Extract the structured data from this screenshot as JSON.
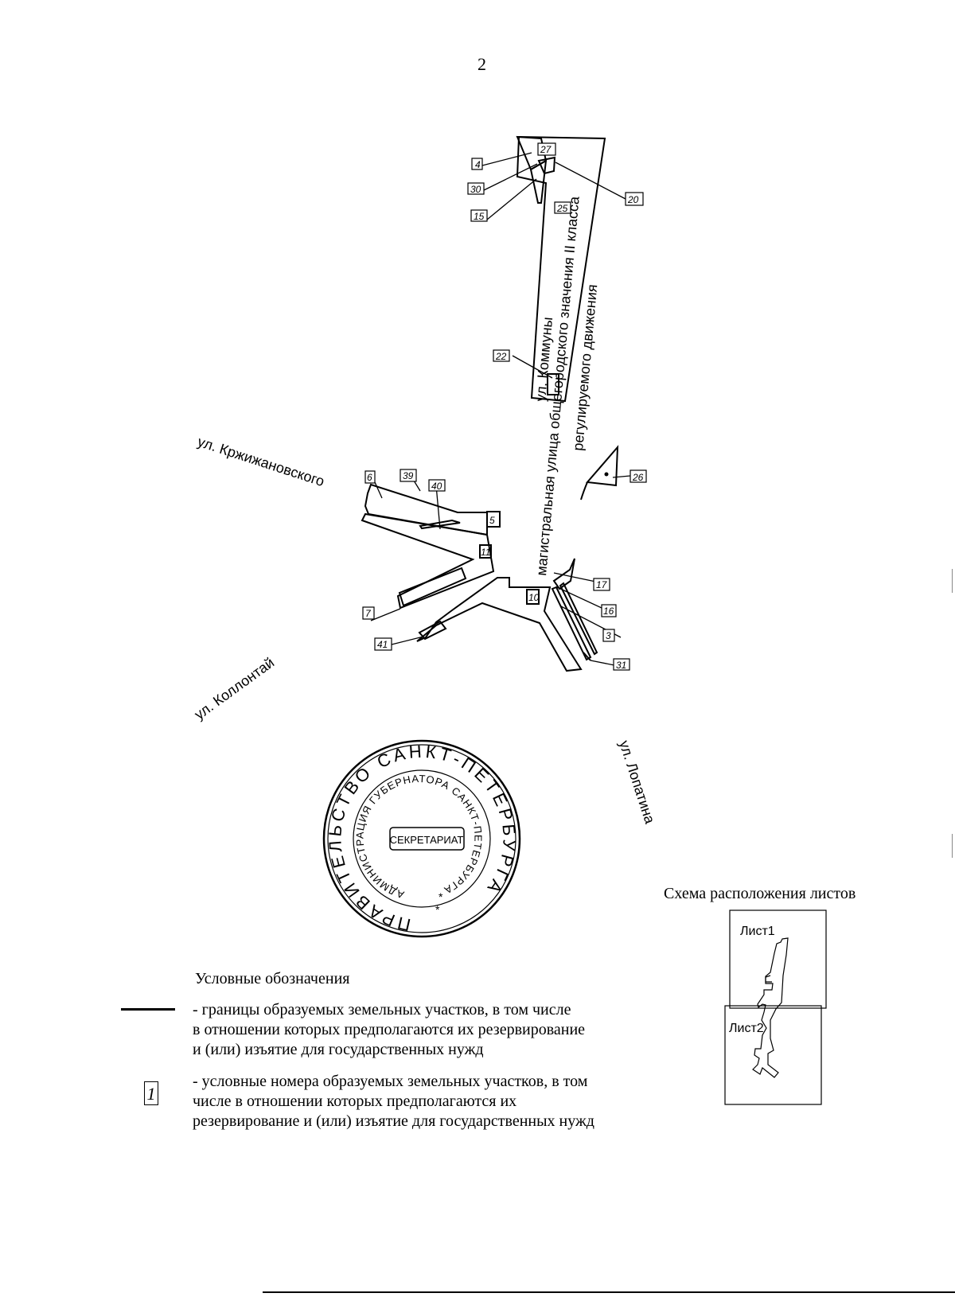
{
  "page_number": "2",
  "streets": {
    "krzhizhanovskogo": "ул. Кржижановского",
    "kollontai": "ул. Коллонтай",
    "lopatina": "ул. Лопатина",
    "kommuny": "ул. Коммуны",
    "magistral_line1": "магистральная улица общегородского значения II класса",
    "magistral_line2": "регулируемого движения"
  },
  "plots": [
    "4",
    "27",
    "30",
    "20",
    "15",
    "25",
    "22",
    "26",
    "6",
    "39",
    "40",
    "5",
    "11",
    "17",
    "10",
    "16",
    "3",
    "31",
    "7",
    "41"
  ],
  "seal": {
    "outer_text": "ПРАВИТЕЛЬСТВО САНКТ-ПЕТЕРБУРГА",
    "inner_text": "АДМИНИСТРАЦИЯ ГУБЕРНАТОРА САНКТ-ПЕТЕРБУРГА",
    "center_text": "СЕКРЕТАРИАТ"
  },
  "sheet_scheme": {
    "title": "Схема расположения листов",
    "sheet1": "Лист1",
    "sheet2": "Лист2"
  },
  "legend": {
    "title": "Условные обозначения",
    "boundary_line1": "- границы образуемых земельных участков, в том числе",
    "boundary_line2": "в отношении которых предполагаются их резервирование",
    "boundary_line3": "и (или) изъятие для государственных нужд",
    "number_symbol": "1",
    "number_line1": "- условные номера образуемых земельных участков, в том",
    "number_line2": "числе в отношении которых предполагаются их",
    "number_line3": "резервирование и (или) изъятие для государственных нужд"
  }
}
